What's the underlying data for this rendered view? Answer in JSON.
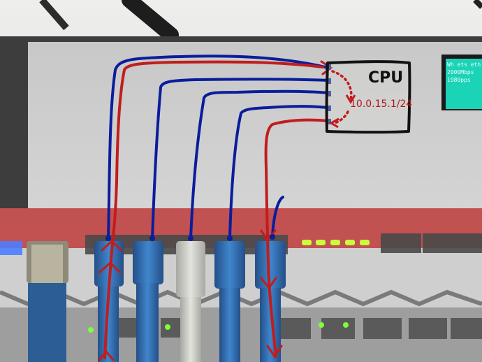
{
  "cpu_box": {
    "label": "CPU",
    "ip": "10.0.15.1/24"
  },
  "lcd_screen": {
    "lines": [
      "Wh ets eth",
      "2000Mbps",
      "1980pps"
    ]
  },
  "colors": {
    "blue_wire": "#0a1d9c",
    "red_wire": "#c11d1d",
    "router_red": "#b52b2b",
    "cable_blue": "#2f6fb0",
    "cable_white": "#d6d6cf",
    "led_green": "#c8ff3a",
    "screen": "#1bd3b6"
  }
}
